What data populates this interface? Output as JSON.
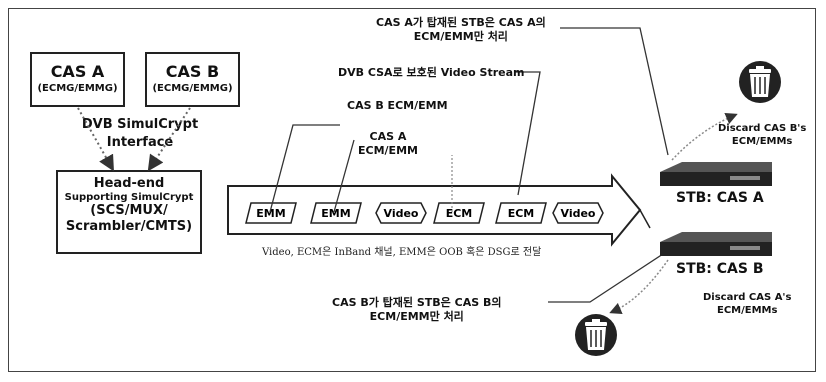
{
  "cas_a": {
    "title": "CAS A",
    "sub": "(ECMG/EMMG)"
  },
  "cas_b": {
    "title": "CAS B",
    "sub": "(ECMG/EMMG)"
  },
  "interface_label": {
    "line1": "DVB SimulCrypt",
    "line2": "Interface"
  },
  "headend": {
    "line1": "Head-end",
    "line2": "Supporting SimulCrypt",
    "line3": "(SCS/MUX/",
    "line4": "Scrambler/CMTS)"
  },
  "packets": [
    "EMM",
    "EMM",
    "Video",
    "ECM",
    "ECM",
    "Video"
  ],
  "callouts": {
    "cas_b_ecm_emm": "CAS B ECM/EMM",
    "cas_a_ecm_emm_line1": "CAS A",
    "cas_a_ecm_emm_line2": "ECM/EMM",
    "dvb_csa": "DVB CSA로 보호된 Video Stream",
    "cas_a_subscriber_line1": "CAS A가 탑재된 STB은 CAS A의",
    "cas_a_subscriber_line2": "ECM/EMM만 처리",
    "cas_b_subscriber_line1": "CAS B가 탑재된 STB은 CAS B의",
    "cas_b_subscriber_line2": "ECM/EMM만 처리"
  },
  "stream_note": "Video, ECM은 InBand 채널, EMM은 OOB 혹은 DSG로 전달",
  "stb_a": {
    "label": "STB: CAS A",
    "discard_line1": "Discard CAS B's",
    "discard_line2": "ECM/EMMs"
  },
  "stb_b": {
    "label": "STB: CAS B",
    "discard_line1": "Discard CAS A's",
    "discard_line2": "ECM/EMMs"
  },
  "icons": [
    "trash-can-icon",
    "settop-box-icon"
  ]
}
